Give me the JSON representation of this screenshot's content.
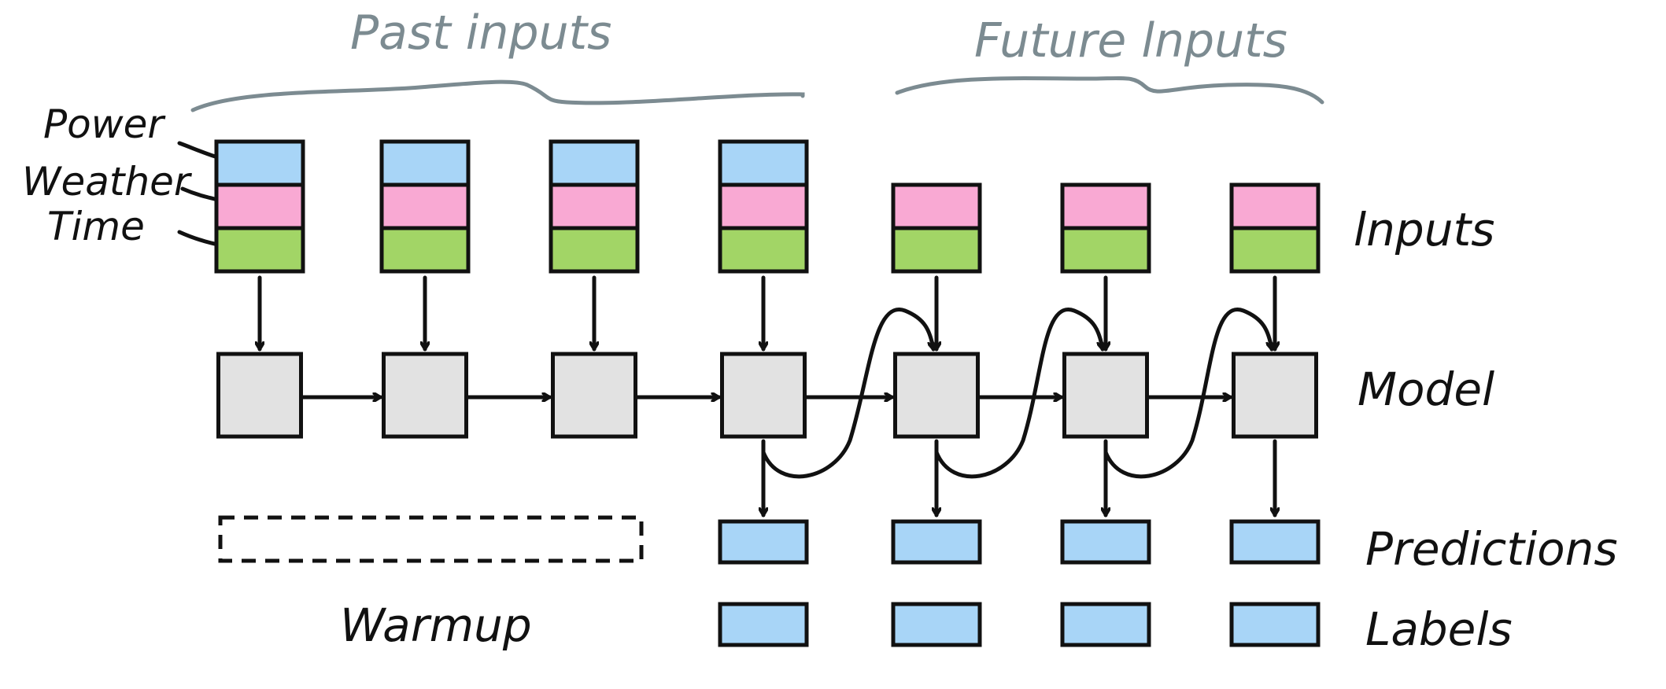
{
  "headers": {
    "past": "Past inputs",
    "future": "Future lnputs"
  },
  "row_labels": {
    "inputs": "lnputs",
    "model": "Model",
    "predictions": "Predictions",
    "labels": "Labels"
  },
  "feature_labels": [
    "Power",
    "Weather",
    "Time"
  ],
  "warmup_label": "Warmup",
  "colors": {
    "power": "#a8d5f7",
    "weather": "#f9a9d3",
    "time": "#a2d566",
    "model": "#e2e2e2",
    "output": "#a8d5f7",
    "brace": "#7c8b91",
    "ink": "#111111"
  },
  "timesteps": {
    "past_count": 4,
    "future_count": 3
  }
}
